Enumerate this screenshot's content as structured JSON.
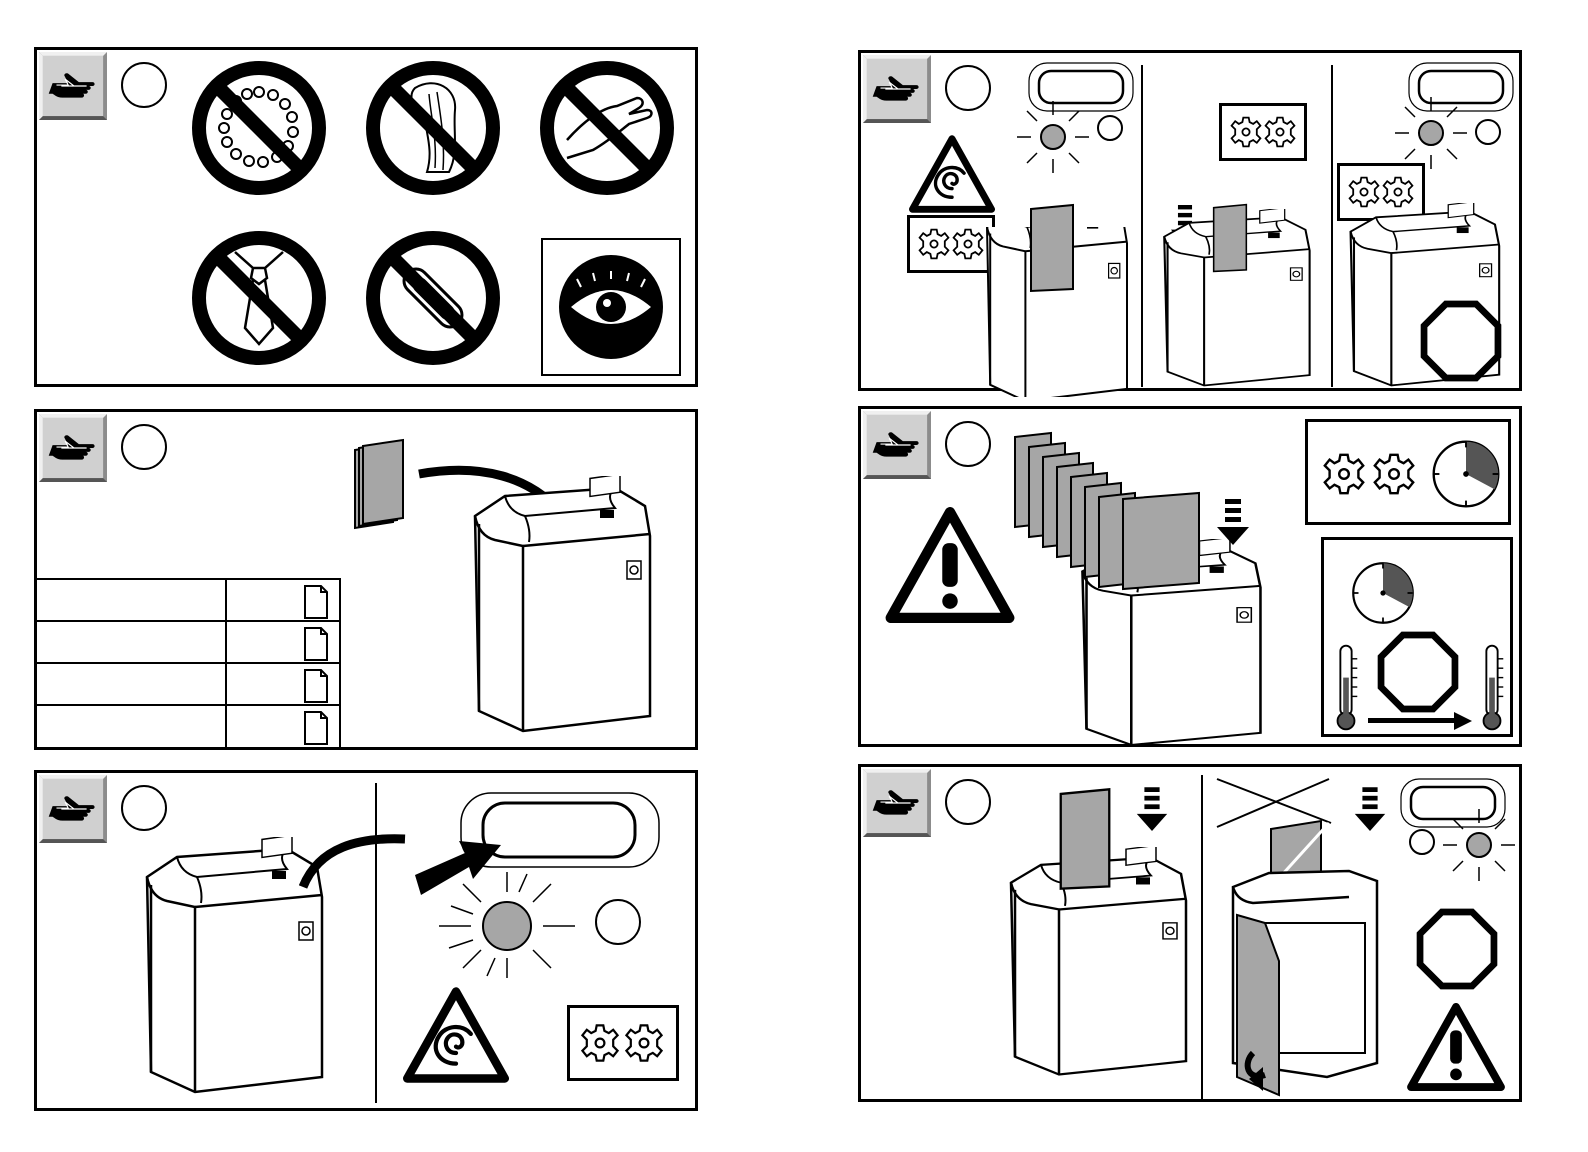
{
  "colors": {
    "ink": "#000000",
    "paper": "#ffffff",
    "fill_gray": "#a6a6a6",
    "badge_gray": "#d0d0d0"
  },
  "icons": {
    "action": "hand-pointing-icon",
    "prohibitions": [
      "no-necklace-icon",
      "no-long-hair-icon",
      "no-hand-icon",
      "no-tie-icon",
      "no-paperclip-icon"
    ],
    "mandatory": "eye-protection-icon",
    "warnings": [
      "entanglement-warning-icon",
      "general-warning-icon"
    ],
    "states": [
      "cutting-gears-icon",
      "indicator-light-icon",
      "stop-octagon-icon",
      "clock-icon",
      "thermometer-icon"
    ]
  },
  "panels": [
    {
      "id": "safety-instructions",
      "step_number": ""
    },
    {
      "id": "paper-capacity",
      "step_number": ""
    },
    {
      "id": "switch-on",
      "step_number": ""
    },
    {
      "id": "auto-start-stop",
      "step_number": ""
    },
    {
      "id": "continuous-operation",
      "step_number": ""
    },
    {
      "id": "overload-jam",
      "step_number": ""
    }
  ],
  "capacity_table": {
    "rows": [
      {
        "label": "",
        "value": ""
      },
      {
        "label": "",
        "value": ""
      },
      {
        "label": "",
        "value": ""
      },
      {
        "label": "",
        "value": ""
      }
    ]
  }
}
